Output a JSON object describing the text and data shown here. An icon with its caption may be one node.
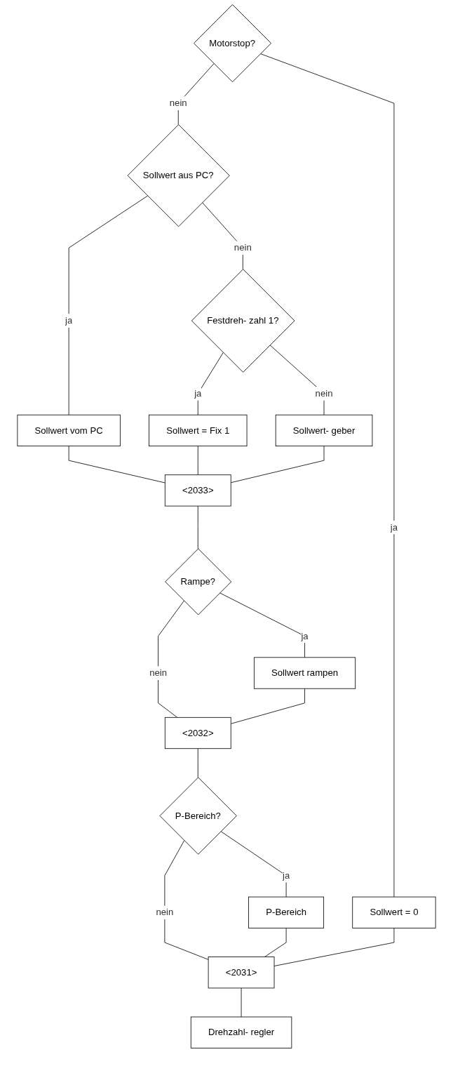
{
  "diagram": {
    "nodes": [
      {
        "text": [
          "Motorstop?"
        ]
      },
      {
        "text": [
          "Sollwert = 0"
        ]
      },
      {
        "text": [
          "Sollwert aus PC?"
        ]
      },
      {
        "text": [
          "Sollwert vom PC"
        ]
      },
      {
        "text": [
          "Festdreh- zahl 1?"
        ]
      },
      {
        "text": [
          "Sollwert = Fix 1"
        ]
      },
      {
        "text": [
          "Sollwert- geber"
        ]
      },
      {
        "text": [
          "<2033>"
        ]
      },
      {
        "text": [
          "Rampe?"
        ]
      },
      {
        "text": [
          "Sollwert rampen"
        ]
      },
      {
        "text": [
          "<2032>"
        ]
      },
      {
        "text": [
          "P-Bereich?"
        ]
      },
      {
        "text": [
          "P-Bereich"
        ]
      },
      {
        "text": [
          "<2031>"
        ]
      },
      {
        "text": [
          "Drehzahl- regler"
        ]
      }
    ],
    "edges": [
      {
        "from": 0,
        "to": 1,
        "arrow": "none",
        "label": "ja"
      },
      {
        "from": 0,
        "to": 2,
        "arrow": "none",
        "label": "nein"
      },
      {
        "from": 2,
        "to": 3,
        "arrow": "none",
        "label": "ja"
      },
      {
        "from": 2,
        "to": 4,
        "arrow": "none",
        "label": "nein"
      },
      {
        "from": 4,
        "to": 5,
        "arrow": "none",
        "label": "ja"
      },
      {
        "from": 4,
        "to": 6,
        "arrow": "none",
        "label": "nein"
      },
      {
        "from": 3,
        "to": 7,
        "arrow": "none"
      },
      {
        "from": 5,
        "to": 7,
        "arrow": "none"
      },
      {
        "from": 6,
        "to": 7,
        "arrow": "none"
      },
      {
        "from": 7,
        "to": 8,
        "arrow": "none"
      },
      {
        "from": 8,
        "to": 9,
        "arrow": "none",
        "label": "ja"
      },
      {
        "from": 8,
        "to": 10,
        "arrow": "none",
        "label": "nein"
      },
      {
        "from": 9,
        "to": 10,
        "arrow": "none"
      },
      {
        "from": 10,
        "to": 11,
        "arrow": "none"
      },
      {
        "from": 11,
        "to": 12,
        "arrow": "none",
        "label": "ja"
      },
      {
        "from": 11,
        "to": 13,
        "arrow": "none",
        "label": "nein"
      },
      {
        "from": 12,
        "to": 13,
        "arrow": "none"
      },
      {
        "from": 1,
        "to": 13,
        "arrow": "none"
      },
      {
        "from": 13,
        "to": 14,
        "arrow": "none"
      }
    ]
  }
}
